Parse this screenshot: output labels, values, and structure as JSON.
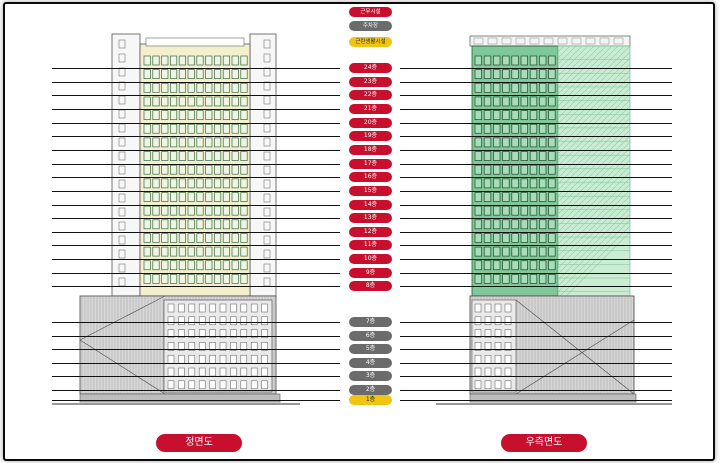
{
  "legend": [
    {
      "label": "근무시설",
      "color": "red"
    },
    {
      "label": "주차장",
      "color": "gray"
    },
    {
      "label": "근린생활시설",
      "color": "yellow"
    }
  ],
  "floors": [
    {
      "label": "24층",
      "color": "red"
    },
    {
      "label": "23층",
      "color": "red"
    },
    {
      "label": "22층",
      "color": "red"
    },
    {
      "label": "21층",
      "color": "red"
    },
    {
      "label": "20층",
      "color": "red"
    },
    {
      "label": "19층",
      "color": "red"
    },
    {
      "label": "18층",
      "color": "red"
    },
    {
      "label": "17층",
      "color": "red"
    },
    {
      "label": "16층",
      "color": "red"
    },
    {
      "label": "15층",
      "color": "red"
    },
    {
      "label": "14층",
      "color": "red"
    },
    {
      "label": "13층",
      "color": "red"
    },
    {
      "label": "12층",
      "color": "red"
    },
    {
      "label": "11층",
      "color": "red"
    },
    {
      "label": "10층",
      "color": "red"
    },
    {
      "label": "9층",
      "color": "red"
    },
    {
      "label": "8층",
      "color": "red"
    },
    {
      "label": "7층",
      "color": "gray"
    },
    {
      "label": "6층",
      "color": "gray"
    },
    {
      "label": "5층",
      "color": "gray"
    },
    {
      "label": "4층",
      "color": "gray"
    },
    {
      "label": "3층",
      "color": "gray"
    },
    {
      "label": "2층",
      "color": "gray"
    },
    {
      "label": "1층",
      "color": "yellow"
    }
  ],
  "captions": {
    "front": "정면도",
    "right": "우측면도"
  },
  "colors": {
    "red": "#c8102e",
    "gray": "#6b6b6b",
    "yellow": "#f1c40f",
    "front_tower": "#f3efcc",
    "right_tower": "#7fc89a",
    "right_hatch": "#c9ecd3"
  }
}
